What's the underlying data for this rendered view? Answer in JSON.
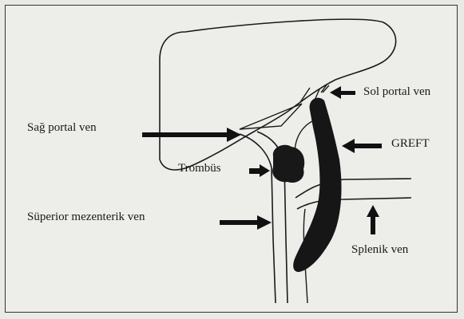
{
  "labels": {
    "sol_portal_ven": "Sol portal ven",
    "sag_portal_ven": "Sağ portal ven",
    "greft": "GREFT",
    "trombus": "Trombüs",
    "superior_mezenterik_ven": "Süperior mezenterik ven",
    "splenik_ven": "Splenik ven"
  }
}
